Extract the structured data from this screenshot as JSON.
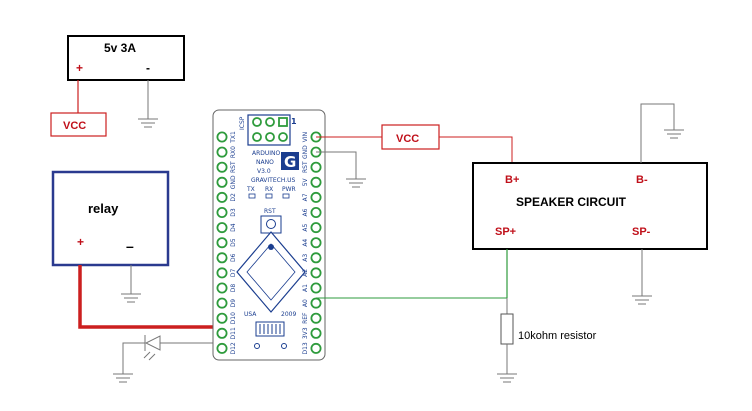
{
  "power_supply": {
    "label": "5v 3A",
    "plus": "+",
    "minus": "-"
  },
  "vcc_left": "VCC",
  "vcc_right": "VCC",
  "relay": {
    "label": "relay",
    "plus": "+",
    "minus": "–"
  },
  "speaker": {
    "title": "SPEAKER CIRCUIT",
    "b_plus": "B+",
    "b_minus": "B-",
    "sp_plus": "SP+",
    "sp_minus": "SP-"
  },
  "resistor_label": "10kohm resistor",
  "arduino": {
    "name": "ARDUINO",
    "version": "NANO",
    "v": "V3.0",
    "maker": "GRAVITECH.US",
    "usa": "USA",
    "year": "2009",
    "rst": "RST",
    "icsp": "ICSP",
    "pin1": "1",
    "tx": "TX",
    "rx": "RX",
    "pwr": "PWR",
    "left_pins": [
      "TX1",
      "RX0",
      "RST",
      "GND",
      "D2",
      "D3",
      "D4",
      "D5",
      "D6",
      "D7",
      "D8",
      "D9",
      "D10",
      "D11",
      "D12"
    ],
    "right_pins": [
      "VIN",
      "GND",
      "RST",
      "5V",
      "A7",
      "A6",
      "A5",
      "A4",
      "A3",
      "A2",
      "A1",
      "A0",
      "REF",
      "3V3",
      "D13"
    ]
  },
  "colors": {
    "wire_red": "#cc1f1f",
    "wire_green": "#2e9b3c",
    "wire_gray": "#777777",
    "relay_border": "#2a3a8f",
    "board_blue": "#1a3d8f",
    "pin_green": "#2e9b3c"
  }
}
